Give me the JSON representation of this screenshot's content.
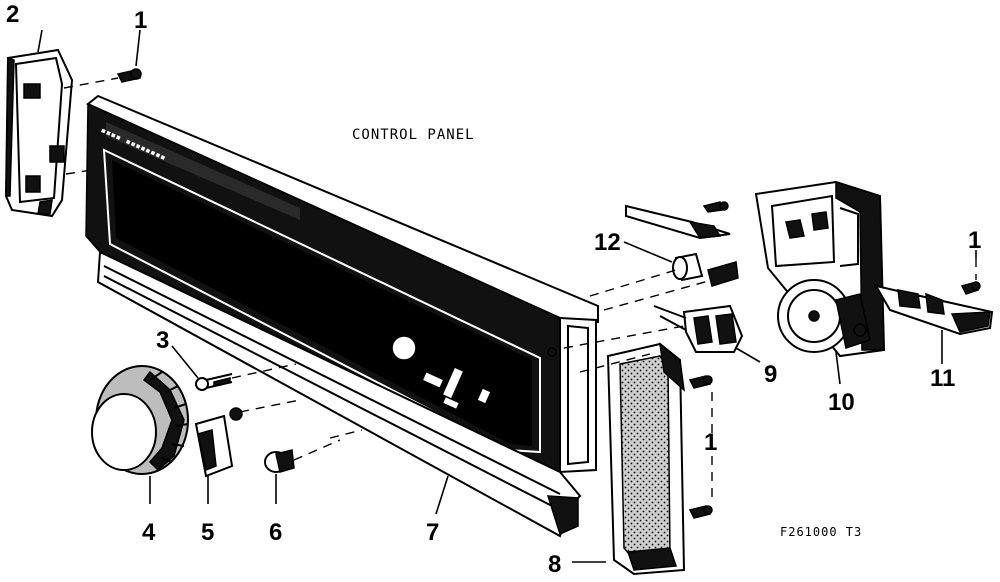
{
  "diagram": {
    "title": "CONTROL PANEL",
    "figure_code": "F261000 T3",
    "callouts": {
      "screw_top_left": "1",
      "end_cap_left": "2",
      "screw_knob": "3",
      "knob": "4",
      "rocker_switch": "5",
      "push_button": "6",
      "panel": "7",
      "end_cap_right": "8",
      "switch": "9",
      "timer": "10",
      "bracket": "11",
      "capacitor": "12",
      "screw_right": "1",
      "screw_end_cap_right": "1"
    }
  }
}
